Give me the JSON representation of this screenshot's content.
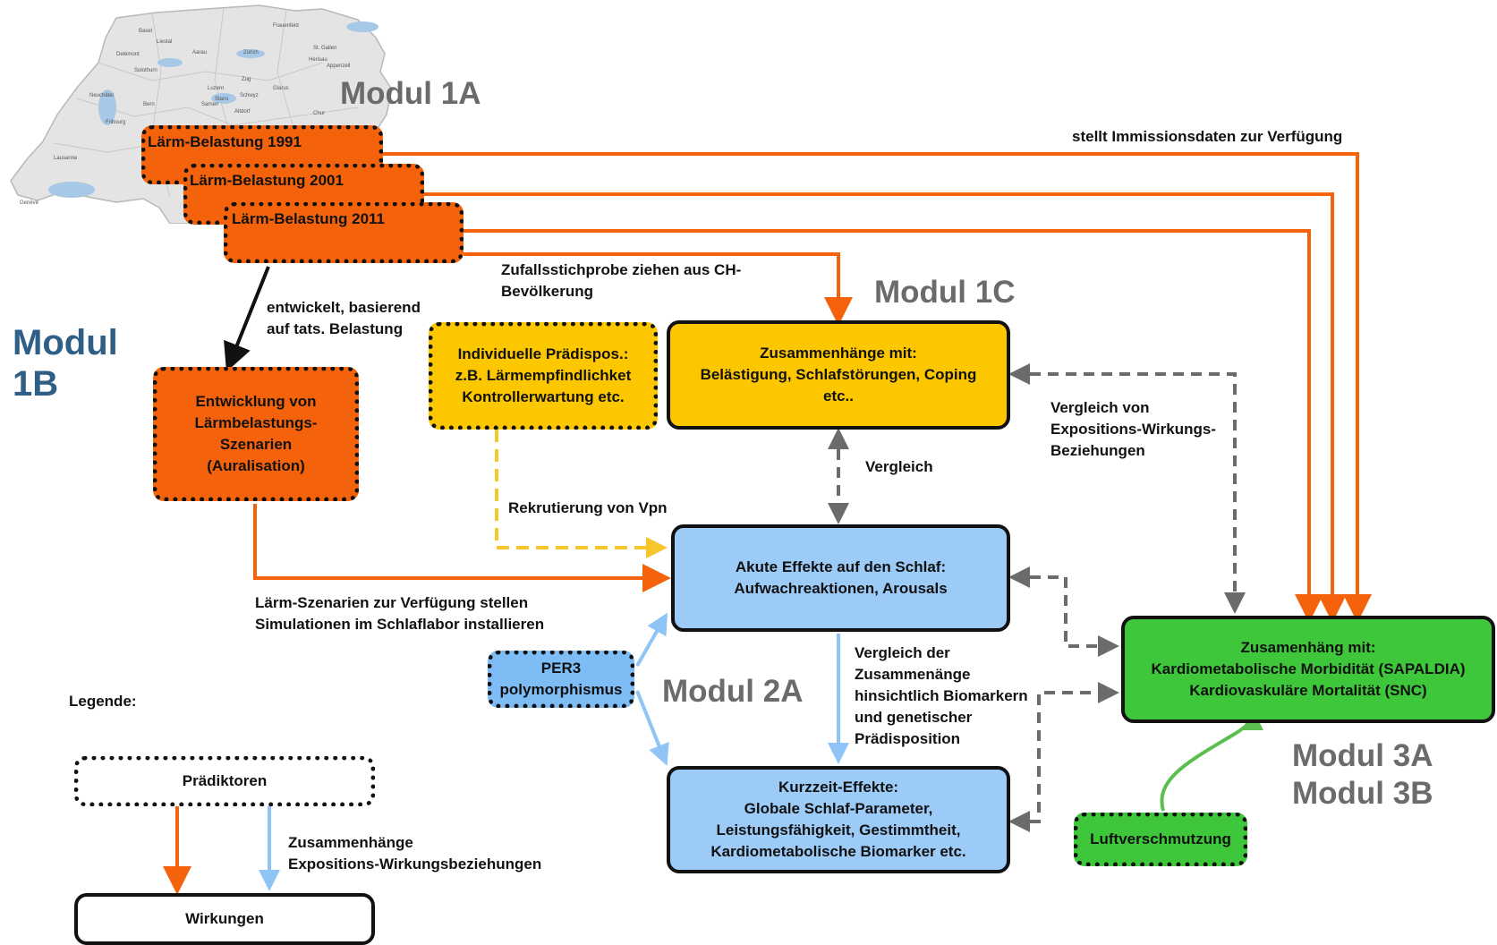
{
  "modules": {
    "m1a": "Modul 1A",
    "m1b": [
      "Modul",
      "1B"
    ],
    "m1c": "Modul 1C",
    "m2a": "Modul 2A",
    "m3": [
      "Modul 3A",
      "Modul 3B"
    ]
  },
  "nodes": {
    "laerm1991": "Lärm-Belastung 1991",
    "laerm2001": "Lärm-Belastung 2001",
    "laerm2011": "Lärm-Belastung  2011",
    "szenarien": [
      "Entwicklung von",
      "Lärmbelastungs-",
      "Szenarien",
      "(Auralisation)"
    ],
    "praedispos": [
      "Individuelle Prädispos.:",
      "z.B. Lärmempfindlichket",
      "Kontrollerwartung etc."
    ],
    "zusammenhaenge_1c": [
      "Zusammenhänge mit:",
      "Belästigung, Schlafstörungen, Coping",
      "etc.."
    ],
    "akute": [
      "Akute Effekte auf den Schlaf:",
      "Aufwachreaktionen, Arousals"
    ],
    "per3": [
      "PER3",
      "polymorphismus"
    ],
    "kurzzeit": [
      "Kurzzeit-Effekte:",
      "Globale Schlaf-Parameter,",
      "Leistungsfähigkeit, Gestimmtheit,",
      "Kardiometabolische Biomarker etc."
    ],
    "zusammenhang_3": [
      "Zusamenhäng mit:",
      "Kardiometabolische Morbidität (SAPALDIA)",
      "Kardiovaskuläre Mortalität (SNC)"
    ],
    "luft": "Luftverschmutzung"
  },
  "edge_labels": {
    "immission": "stellt Immissionsdaten zur Verfügung",
    "zufall": [
      "Zufallsstichprobe ziehen aus CH-",
      "Bevölkerung"
    ],
    "entwickelt": [
      "entwickelt, basierend",
      "auf tats. Belastung"
    ],
    "vergleich_ew": [
      "Vergleich von",
      "Expositions-Wirkungs-",
      "Beziehungen"
    ],
    "vergleich": "Vergleich",
    "rekrutierung": "Rekrutierung von Vpn",
    "szenarien": [
      "Lärm-Szenarien zur Verfügung stellen",
      "Simulationen im Schlaflabor installieren"
    ],
    "vergleich_bio": [
      "Vergleich der",
      "Zusammenänge",
      "hinsichtlich Biomarkern",
      "und genetischer",
      "Prädisposition"
    ]
  },
  "legend": {
    "title": "Legende:",
    "praediktoren": "Prädiktoren",
    "wirkungen": "Wirkungen",
    "text": [
      "Zusammenhänge",
      "Expositions-Wirkungsbeziehungen"
    ]
  },
  "map_labels": [
    "Frauenfeld",
    "St. Gallen",
    "Herisau",
    "Appenzell",
    "Zürich",
    "Zug",
    "Aarau",
    "Liestal",
    "Basel",
    "Delémont",
    "Solothurn",
    "Luzern",
    "Schwyz",
    "Glarus",
    "Chur",
    "Sarnen",
    "Stans",
    "Altdorf",
    "Bern",
    "Neuchâtel",
    "Fribourg",
    "Lausanne",
    "Genève"
  ],
  "colors": {
    "orange": "#f4630c",
    "yellow": "#fdc700",
    "blue": "#9ccbf7",
    "green": "#3fc73b",
    "gray": "#6b6b6b",
    "arrow_blue": "#8ec4f6",
    "arrow_yellow": "#f6c62a",
    "arrow_green": "#5bbf4f"
  }
}
